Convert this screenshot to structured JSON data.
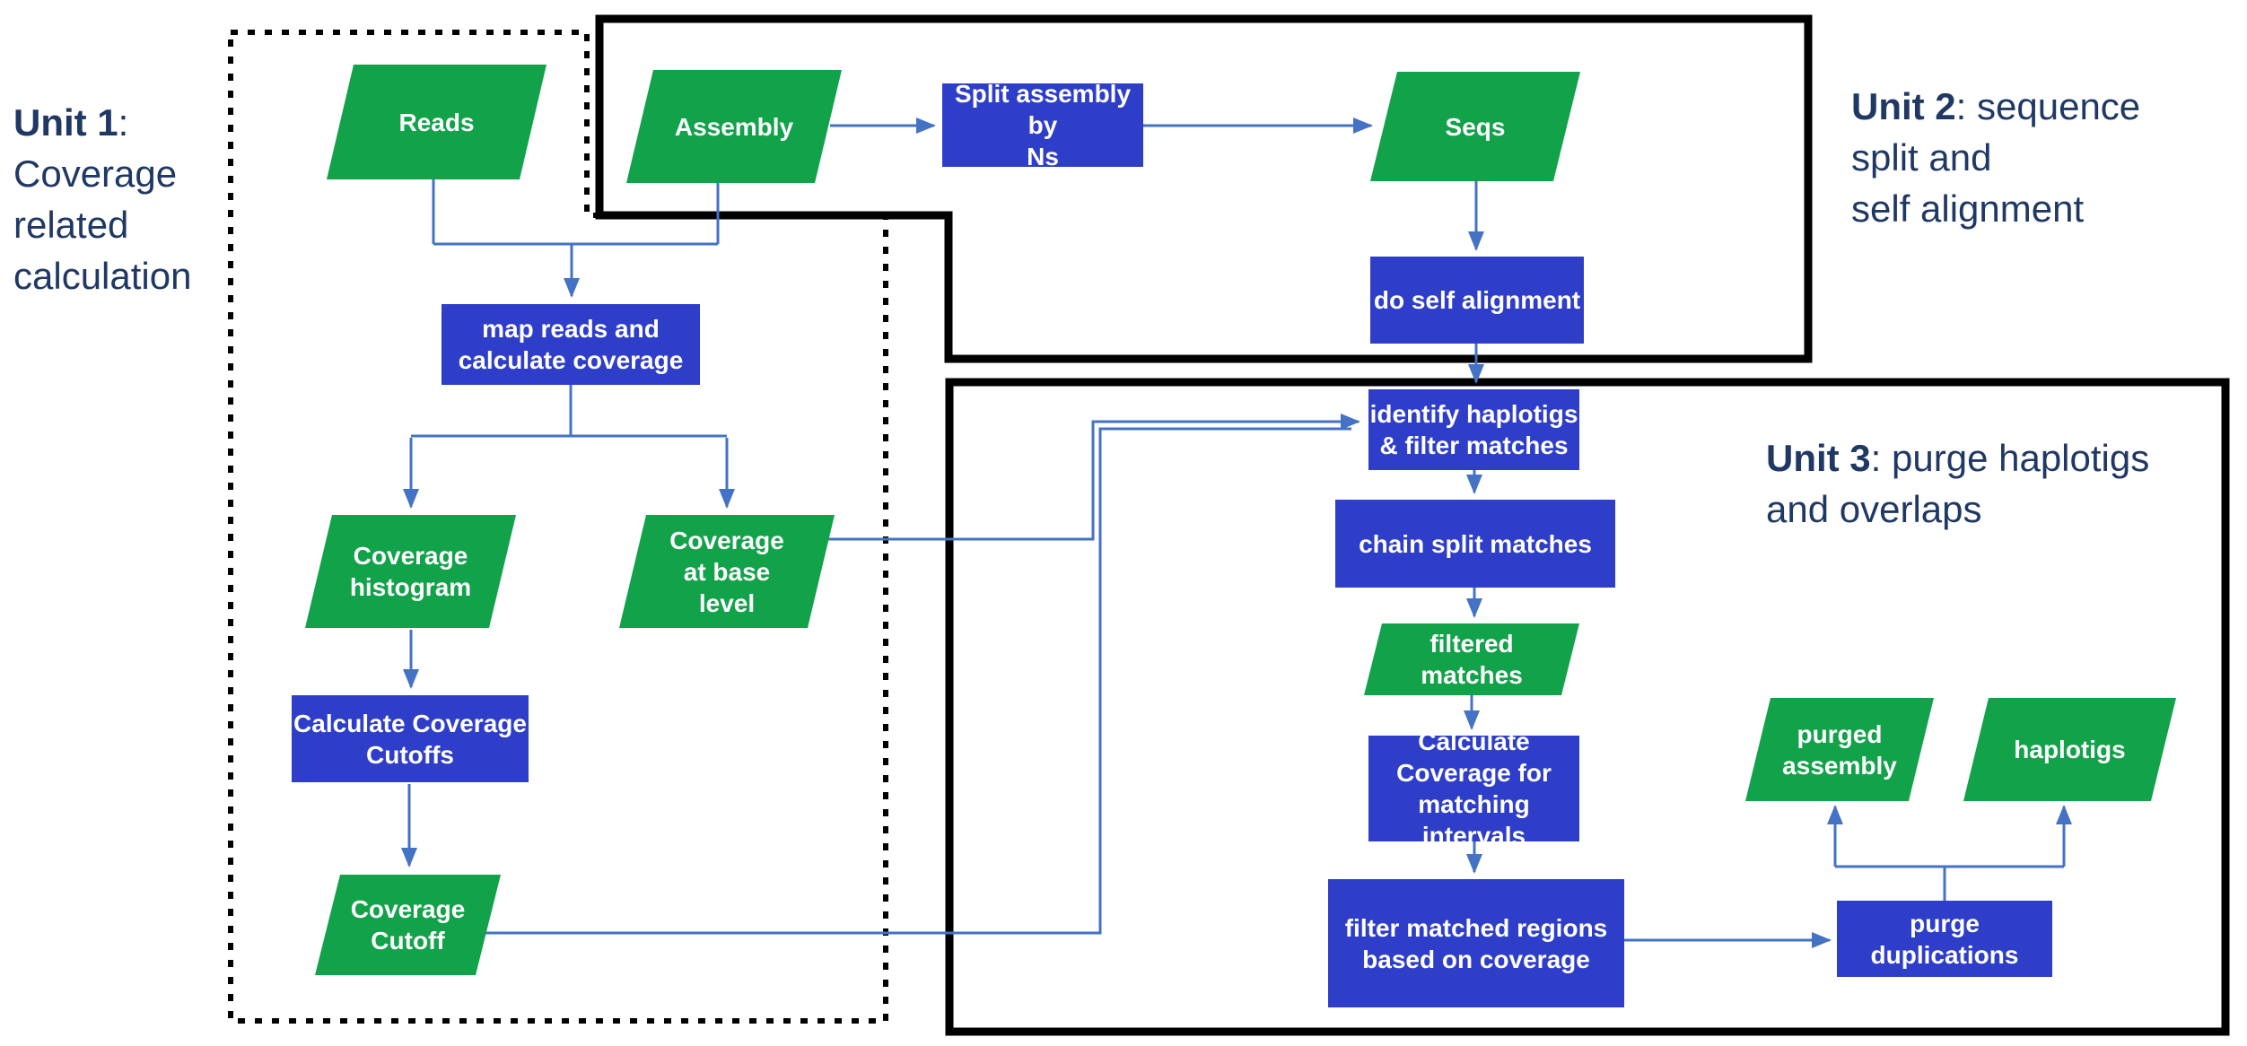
{
  "colors": {
    "data_node_green": "#12a24a",
    "process_node_blue": "#2e3ec9",
    "arrow_blue": "#4472c4",
    "unit_label_navy": "#1f3864",
    "region_border_black": "#000000"
  },
  "units": {
    "unit1": {
      "name": "Unit 1",
      "rest": ":\nCoverage\nrelated\ncalculation",
      "border_style": "dotted"
    },
    "unit2": {
      "name": "Unit 2",
      "rest": ": sequence\nsplit and\nself alignment",
      "border_style": "solid"
    },
    "unit3": {
      "name": "Unit 3",
      "rest": ": purge haplotigs\nand overlaps",
      "border_style": "solid"
    }
  },
  "nodes": {
    "reads": {
      "label": "Reads",
      "type": "data"
    },
    "assembly": {
      "label": "Assembly",
      "type": "data"
    },
    "split_ns": {
      "label": "Split assembly by\nNs",
      "type": "process"
    },
    "seqs": {
      "label": "Seqs",
      "type": "data"
    },
    "self_align": {
      "label": "do  self alignment",
      "type": "process"
    },
    "map_reads": {
      "label": "map reads and\ncalculate coverage",
      "type": "process"
    },
    "cov_hist": {
      "label": "Coverage\nhistogram",
      "type": "data"
    },
    "cov_base": {
      "label": "Coverage\nat base\nlevel",
      "type": "data"
    },
    "calc_cutoffs": {
      "label": "Calculate Coverage\nCutoffs",
      "type": "process"
    },
    "cov_cutoff": {
      "label": "Coverage\nCutoff",
      "type": "data"
    },
    "identify": {
      "label": "identify haplotigs\n& filter matches",
      "type": "process"
    },
    "chain": {
      "label": "chain split matches",
      "type": "process"
    },
    "filtered": {
      "label": "filtered\nmatches",
      "type": "data"
    },
    "calc_intervals": {
      "label": "Calculate\nCoverage for\nmatching intervals",
      "type": "process"
    },
    "filter_regions": {
      "label": "filter matched regions\nbased on coverage",
      "type": "process"
    },
    "purged_assembly": {
      "label": "purged\nassembly",
      "type": "data"
    },
    "haplotigs": {
      "label": "haplotigs",
      "type": "data"
    },
    "purge_dup": {
      "label": "purge\nduplications",
      "type": "process"
    }
  },
  "edges": [
    {
      "from": "reads",
      "to": "map_reads"
    },
    {
      "from": "assembly",
      "to": "map_reads"
    },
    {
      "from": "assembly",
      "to": "split_ns"
    },
    {
      "from": "split_ns",
      "to": "seqs"
    },
    {
      "from": "seqs",
      "to": "self_align"
    },
    {
      "from": "self_align",
      "to": "identify"
    },
    {
      "from": "map_reads",
      "to": "cov_hist"
    },
    {
      "from": "map_reads",
      "to": "cov_base"
    },
    {
      "from": "cov_hist",
      "to": "calc_cutoffs"
    },
    {
      "from": "calc_cutoffs",
      "to": "cov_cutoff"
    },
    {
      "from": "cov_base",
      "to": "identify"
    },
    {
      "from": "cov_cutoff",
      "to": "identify"
    },
    {
      "from": "identify",
      "to": "chain"
    },
    {
      "from": "chain",
      "to": "filtered"
    },
    {
      "from": "filtered",
      "to": "calc_intervals"
    },
    {
      "from": "calc_intervals",
      "to": "filter_regions"
    },
    {
      "from": "filter_regions",
      "to": "purge_dup"
    },
    {
      "from": "purge_dup",
      "to": "purged_assembly"
    },
    {
      "from": "purge_dup",
      "to": "haplotigs"
    }
  ]
}
